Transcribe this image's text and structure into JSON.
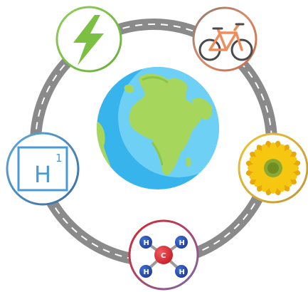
{
  "hydrogen": {
    "symbol": "H",
    "atomic_number": "1"
  },
  "methane": {
    "center_atom": "C",
    "outer_atoms": [
      "H",
      "H",
      "H",
      "H"
    ]
  },
  "icons": [
    "lightning-bolt-icon",
    "bicycle-icon",
    "earth-globe-icon",
    "hydrogen-element-icon",
    "sunflower-icon",
    "methane-molecule-icon"
  ],
  "colors": {
    "road": "#8a8a8a",
    "road_dashes": "#ffffff",
    "ocean": "#37b4ec",
    "land": "#a6d75c",
    "lightning": "#7bc043",
    "bicycle": "#f08c5a",
    "hydrogen": "#4a9bd4",
    "sunflower_petals": "#f5c710",
    "sunflower_center": "#8ba830",
    "carbon": "#d8242c",
    "atom_h": "#2d4fb3"
  }
}
